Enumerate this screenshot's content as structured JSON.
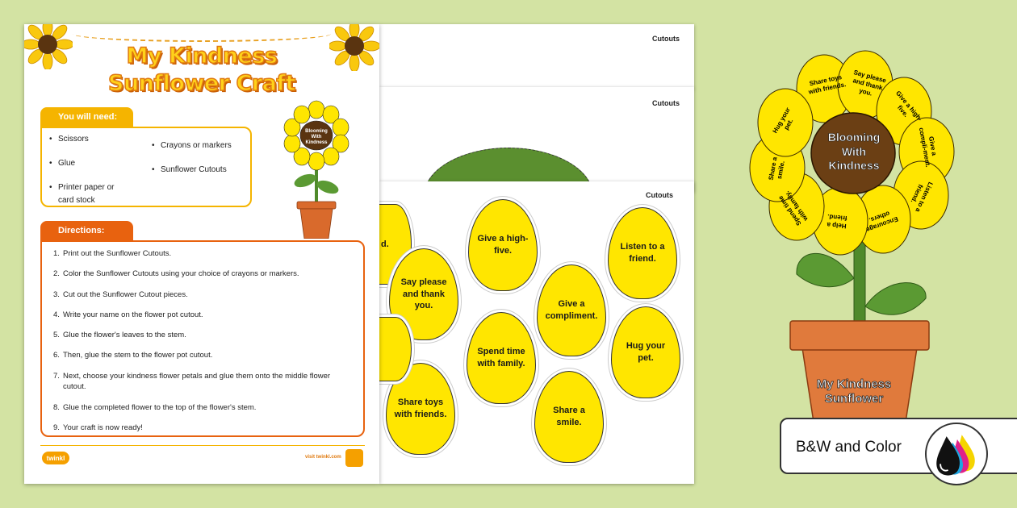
{
  "sheets": {
    "label": "Cutouts",
    "petals": [
      {
        "text": "d."
      },
      {
        "text": "Say please and thank you."
      },
      {
        "text": "Give a high-five."
      },
      {
        "text": "Listen to a friend."
      },
      {
        "text": "Give a compliment."
      },
      {
        "text": "Spend time with family."
      },
      {
        "text": "Hug your pet."
      },
      {
        "text": "Share toys with friends."
      },
      {
        "text": "Share a smile."
      }
    ]
  },
  "doc": {
    "title_line1": "My Kindness",
    "title_line2": "Sunflower Craft",
    "need_heading": "You will need:",
    "need_items_col1": [
      "Scissors",
      "Glue",
      "Printer paper or card stock"
    ],
    "need_items_col2": [
      "Crayons or markers",
      "Sunflower Cutouts"
    ],
    "directions_heading": "Directions:",
    "directions": [
      "Print out the Sunflower Cutouts.",
      "Color the Sunflower Cutouts using your choice of crayons or markers.",
      "Cut out the Sunflower Cutout pieces.",
      "Write your name on the flower pot cutout.",
      "Glue the flower's leaves to the stem.",
      "Then, glue the stem to the flower pot cutout.",
      "Next, choose your kindness flower petals and glue them onto the middle flower cutout.",
      "Glue the completed flower to the top of the flower's stem.",
      "Your craft is now ready!"
    ],
    "footer_logo": "twinkl",
    "footer_url": "visit twinkl.com",
    "mini_center": "Blooming With Kindness"
  },
  "big_flower": {
    "center": "Blooming With Kindness",
    "petals": [
      "Share toys with friends.",
      "Say please and thank you.",
      "Give a high-five.",
      "Give a compli-ment.",
      "Listen to a friend.",
      "Encourage others.",
      "Help a friend.",
      "Spend time with family.",
      "Share a smile.",
      "Hug your pet."
    ],
    "pot_label": "My Kindness Sunflower"
  },
  "format_badge": "B&W and Color",
  "colors": {
    "background": "#d3e3a3",
    "petal": "#ffe600",
    "accent_orange": "#e8620f",
    "accent_yellow": "#f5b400"
  }
}
